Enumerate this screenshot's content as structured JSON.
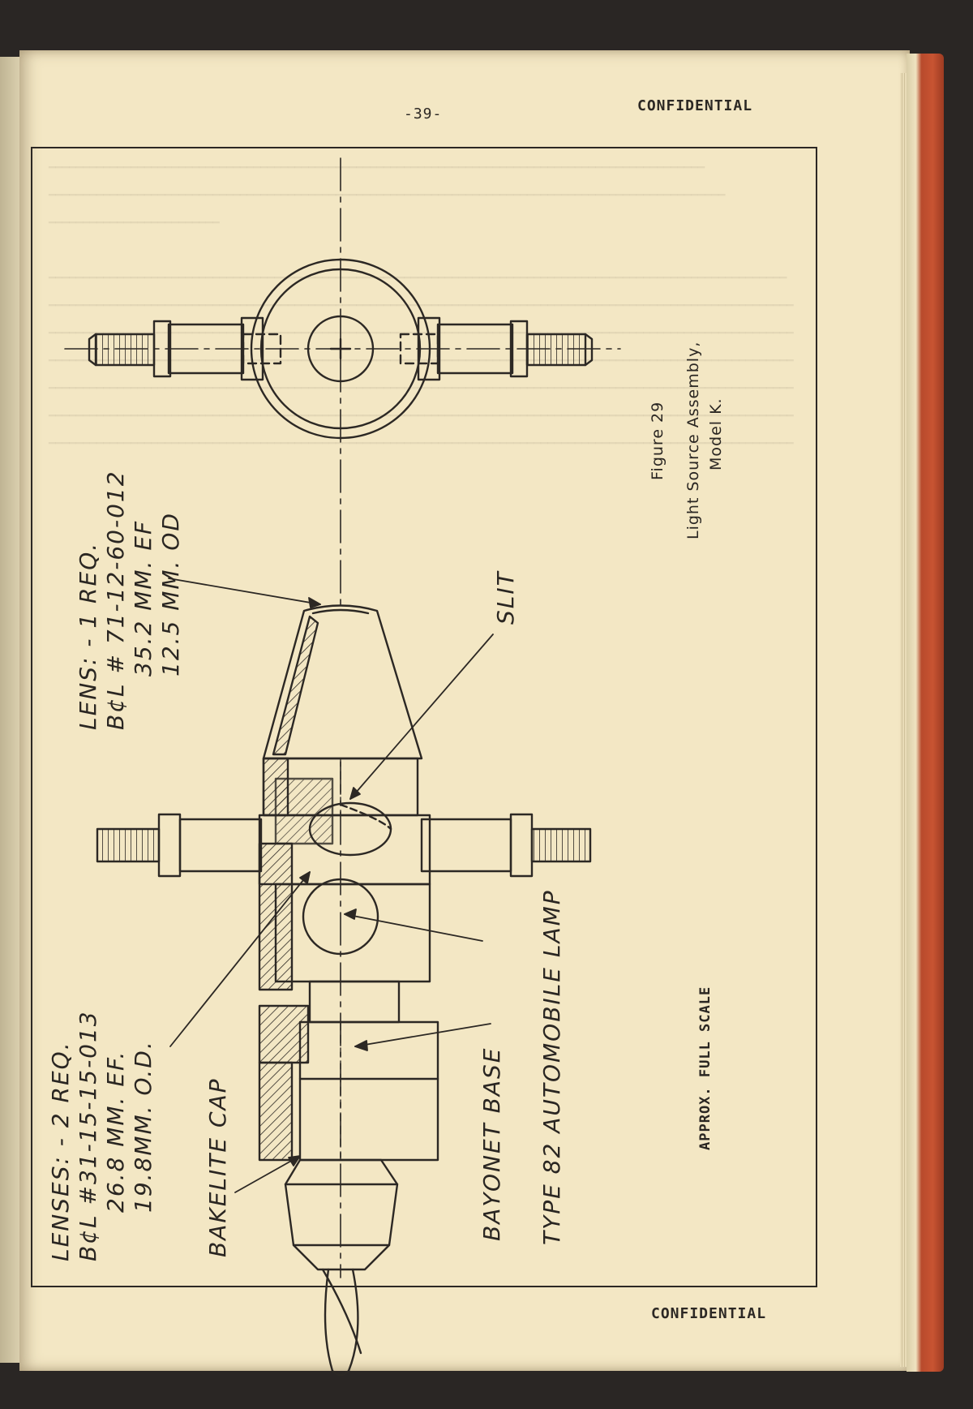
{
  "page": {
    "number": "-39-",
    "header": "CONFIDENTIAL",
    "footer": "CONFIDENTIAL"
  },
  "figure": {
    "label": "Figure 29",
    "title": "Light Source Assembly,",
    "subtitle": "Model K.",
    "scale_note": "APPROX. FULL SCALE"
  },
  "callouts": {
    "lens_single": [
      "LENS: - 1 REQ.",
      "B¢L # 71-12-60-012",
      "35.2 MM. EF",
      "12.5 MM. OD"
    ],
    "slit": "SLIT",
    "lenses_pair": [
      "LENSES: - 2 REQ.",
      "B¢L #31-15-15-013",
      "26.8 MM. EF.",
      "19.8MM. O.D."
    ],
    "bakelite_cap": "BAKELITE CAP",
    "bayonet_base": "BAYONET BASE",
    "lamp": "TYPE 82 AUTOMOBILE LAMP"
  },
  "colors": {
    "paper": "#f3e7c4",
    "ink": "#2c2824",
    "binding": "#b84a2c"
  }
}
